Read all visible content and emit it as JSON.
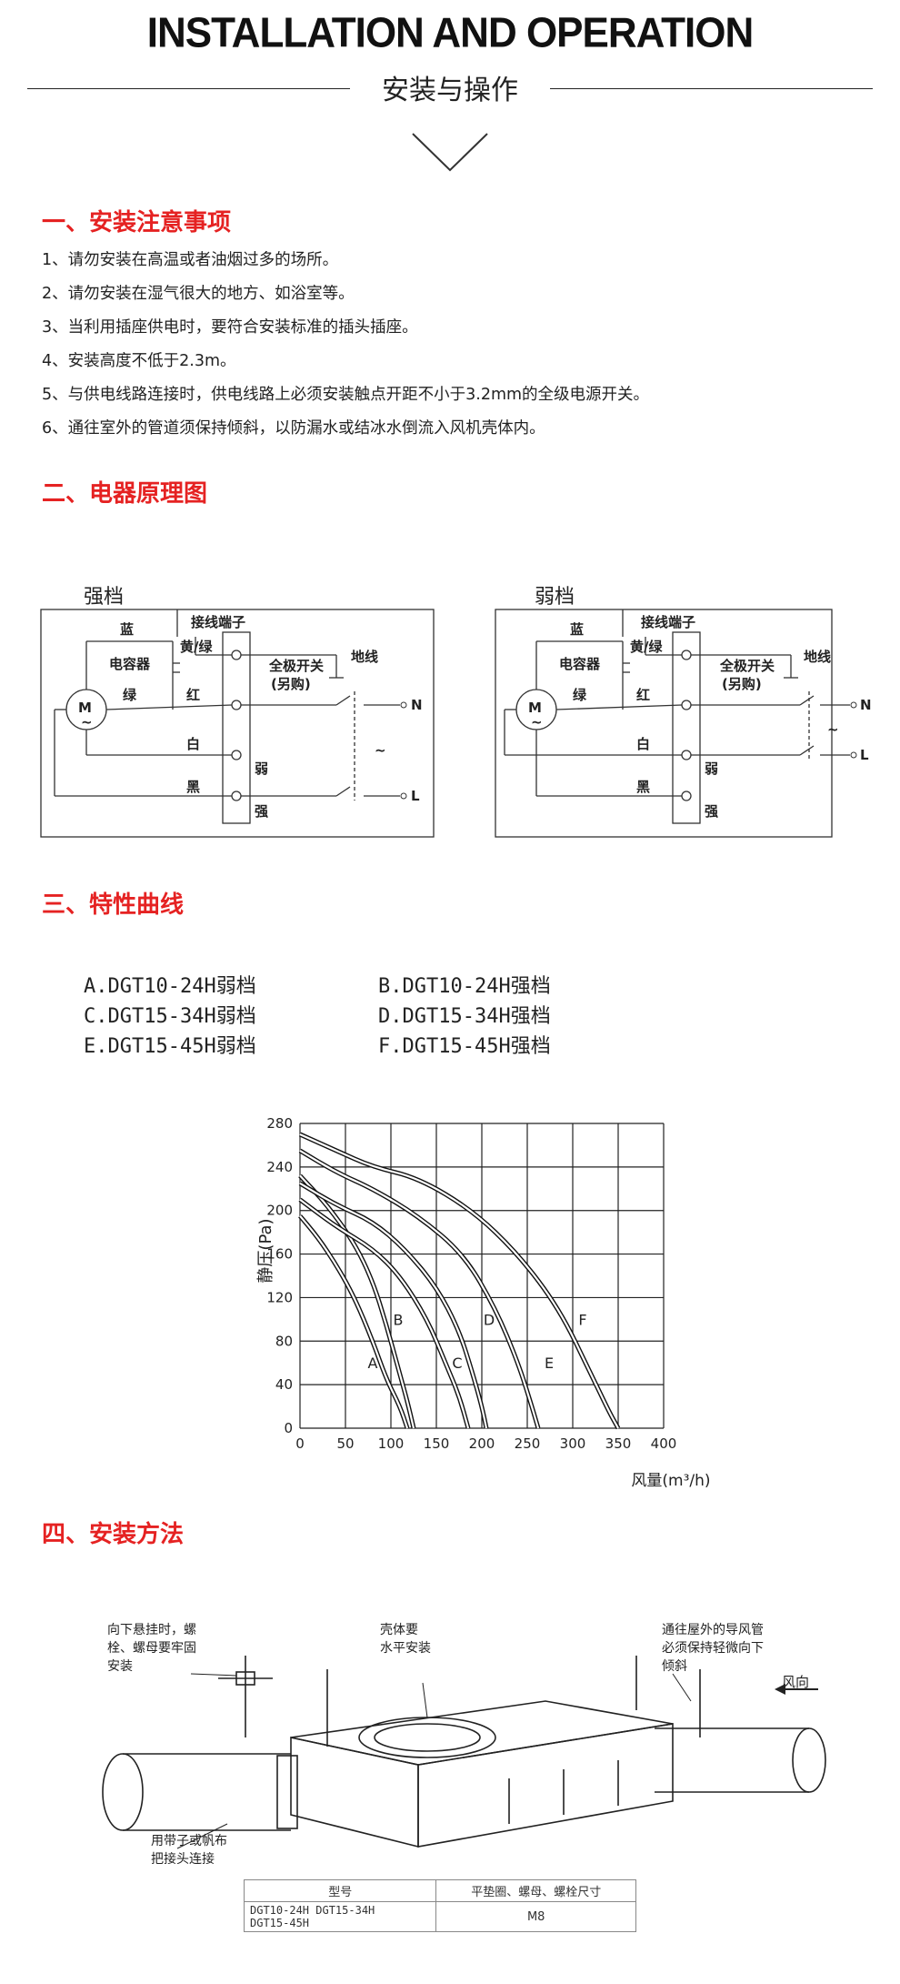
{
  "header": {
    "title": "INSTALLATION AND OPERATION",
    "subtitle": "安装与操作"
  },
  "sections": {
    "notes": {
      "heading": "一、安装注意事项",
      "items": [
        "1、请勿安装在高温或者油烟过多的场所。",
        "2、请勿安装在湿气很大的地方、如浴室等。",
        "3、当利用插座供电时，要符合安装标准的插头插座。",
        "4、安装高度不低于2.3m。",
        "5、与供电线路连接时，供电线路上必须安装触点开距不小于3.2mm的全级电源开关。",
        "6、通往室外的管道须保持倾斜，以防漏水或结冰水倒流入风机壳体内。"
      ]
    },
    "wiring": {
      "heading": "二、电器原理图",
      "strong_title": "强档",
      "weak_title": "弱档",
      "labels": {
        "blue": "蓝",
        "capacitor": "电容器",
        "green": "绿",
        "red": "红",
        "white": "白",
        "black": "黑",
        "terminal": "接线端子",
        "yellow_green": "黄/绿",
        "switch": "全极开关",
        "bought": "(另购)",
        "ground": "地线",
        "weak": "弱",
        "strong": "强",
        "N": "N",
        "L": "L",
        "motor": "M",
        "tilde": "~"
      }
    },
    "curves": {
      "heading": "三、特性曲线",
      "legend": [
        "A.DGT10-24H弱档",
        "B.DGT10-24H强档",
        "C.DGT15-34H弱档",
        "D.DGT15-34H强档",
        "E.DGT15-45H弱档",
        "F.DGT15-45H强档"
      ]
    },
    "install": {
      "heading": "四、安装方法",
      "callouts": {
        "hang": [
          "向下悬挂时，螺",
          "栓、螺母要牢固",
          "安装"
        ],
        "level": [
          "壳体要",
          "水平安装"
        ],
        "duct": [
          "通往屋外的导风管",
          "必须保持轻微向下",
          "倾斜"
        ],
        "strap": [
          "用带子或帆布",
          "把接头连接"
        ],
        "wind": "风向"
      },
      "table": {
        "headers": [
          "型号",
          "平垫圈、螺母、螺栓尺寸"
        ],
        "models": [
          "DGT10-24H  DGT15-34H",
          "DGT15-45H"
        ],
        "size": "M8"
      }
    }
  },
  "chart_data": {
    "type": "line",
    "xlabel": "风量(m³/h)",
    "ylabel": "静压(Pa)",
    "xlim": [
      0,
      400
    ],
    "ylim": [
      0,
      280
    ],
    "xticks": [
      "0",
      "50",
      "100",
      "150",
      "200",
      "250",
      "300",
      "350",
      "400"
    ],
    "yticks": [
      "0",
      "40",
      "80",
      "120",
      "160",
      "200",
      "240",
      "280"
    ],
    "grid": true,
    "series": [
      {
        "name": "A",
        "points": [
          [
            0,
            195
          ],
          [
            20,
            175
          ],
          [
            40,
            150
          ],
          [
            60,
            120
          ],
          [
            80,
            80
          ],
          [
            95,
            45
          ],
          [
            110,
            20
          ],
          [
            118,
            0
          ]
        ]
      },
      {
        "name": "B",
        "points": [
          [
            0,
            232
          ],
          [
            30,
            205
          ],
          [
            60,
            170
          ],
          [
            80,
            135
          ],
          [
            95,
            95
          ],
          [
            108,
            55
          ],
          [
            118,
            25
          ],
          [
            125,
            0
          ]
        ]
      },
      {
        "name": "C",
        "points": [
          [
            0,
            210
          ],
          [
            40,
            185
          ],
          [
            80,
            165
          ],
          [
            110,
            140
          ],
          [
            140,
            100
          ],
          [
            160,
            60
          ],
          [
            175,
            30
          ],
          [
            185,
            0
          ]
        ]
      },
      {
        "name": "D",
        "points": [
          [
            0,
            225
          ],
          [
            40,
            205
          ],
          [
            80,
            190
          ],
          [
            115,
            165
          ],
          [
            150,
            130
          ],
          [
            175,
            90
          ],
          [
            190,
            50
          ],
          [
            200,
            20
          ],
          [
            205,
            0
          ]
        ]
      },
      {
        "name": "E",
        "points": [
          [
            0,
            255
          ],
          [
            40,
            235
          ],
          [
            80,
            220
          ],
          [
            130,
            195
          ],
          [
            180,
            160
          ],
          [
            215,
            110
          ],
          [
            240,
            60
          ],
          [
            255,
            20
          ],
          [
            262,
            0
          ]
        ]
      },
      {
        "name": "F",
        "points": [
          [
            0,
            270
          ],
          [
            40,
            255
          ],
          [
            80,
            240
          ],
          [
            130,
            230
          ],
          [
            190,
            200
          ],
          [
            240,
            160
          ],
          [
            285,
            110
          ],
          [
            320,
            50
          ],
          [
            340,
            15
          ],
          [
            350,
            0
          ]
        ]
      }
    ],
    "point_labels": [
      {
        "text": "A",
        "x": 80,
        "y": 55
      },
      {
        "text": "B",
        "x": 108,
        "y": 95
      },
      {
        "text": "C",
        "x": 173,
        "y": 55
      },
      {
        "text": "D",
        "x": 208,
        "y": 95
      },
      {
        "text": "E",
        "x": 274,
        "y": 55
      },
      {
        "text": "F",
        "x": 311,
        "y": 95
      }
    ]
  }
}
